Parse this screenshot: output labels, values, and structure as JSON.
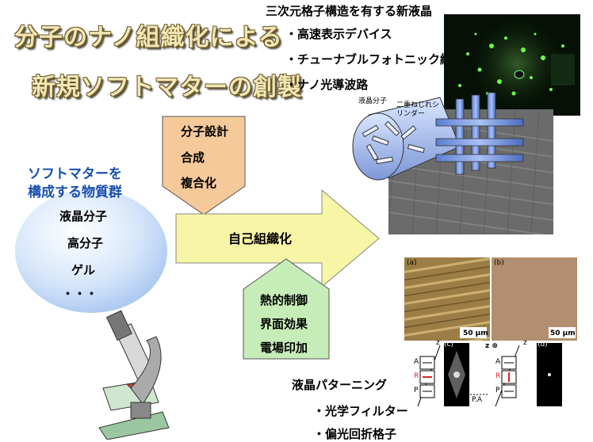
{
  "title": {
    "line1": "分子のナノ組織化による",
    "line2": "新規ソフトマターの創製"
  },
  "top_right": {
    "heading": "三次元格子構造を有する新液晶",
    "items": [
      "・高速表示デバイス",
      "・チューナブルフォトニック結晶",
      "・ナノ光導波路"
    ],
    "diagram_label_1": "液晶分子",
    "diagram_label_2": "二重ねじれシリンダー"
  },
  "top_box": {
    "items": [
      "分子設計",
      "合成",
      "複合化"
    ],
    "color": "#f6c99a"
  },
  "bottom_box": {
    "items": [
      "熱的制御",
      "界面効果",
      "電場印加"
    ],
    "color": "#c6ecb7"
  },
  "arrow": {
    "label": "自己組織化",
    "color": "#f7f5a6"
  },
  "circle": {
    "header_line1": "ソフトマターを",
    "header_line2": "構成する物質群",
    "items": [
      "液晶分子",
      "高分子",
      "ゲル",
      "・・・"
    ]
  },
  "micrographs": {
    "label_a": "(a)",
    "label_b": "(b)",
    "scale_a": "50 μm",
    "scale_b": "50 μm"
  },
  "optics": {
    "label_c": "(c)",
    "label_d": "(d)",
    "z": "z",
    "z2": "z",
    "zc": "z ⊗",
    "a": "A",
    "r": "R",
    "p": "P",
    "a2": "A",
    "r2": "R",
    "p2": "P",
    "pa": "P.A"
  },
  "bottom_right": {
    "heading": "液晶パターニング",
    "items": [
      "・光学フィルター",
      "・偏光回折格子"
    ]
  }
}
